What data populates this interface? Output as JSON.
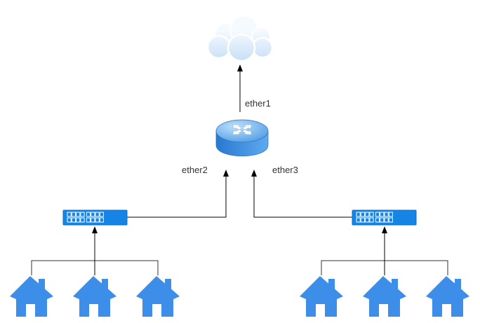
{
  "diagram": {
    "type": "network-topology",
    "interface_labels": {
      "ether1": "ether1",
      "ether2": "ether2",
      "ether3": "ether3"
    },
    "nodes": [
      {
        "id": "internet-cloud",
        "icon": "cloud-icon"
      },
      {
        "id": "router",
        "icon": "router-icon"
      },
      {
        "id": "switch-left",
        "icon": "switch-icon"
      },
      {
        "id": "switch-right",
        "icon": "switch-icon"
      },
      {
        "id": "house-left-1",
        "icon": "house-icon"
      },
      {
        "id": "house-left-2",
        "icon": "house-icon"
      },
      {
        "id": "house-left-3",
        "icon": "house-icon"
      },
      {
        "id": "house-right-1",
        "icon": "house-icon"
      },
      {
        "id": "house-right-2",
        "icon": "house-icon"
      },
      {
        "id": "house-right-3",
        "icon": "house-icon"
      }
    ],
    "edges": [
      {
        "from": "router",
        "to": "internet-cloud",
        "label": "ether1",
        "arrow": "up"
      },
      {
        "from": "switch-left",
        "to": "router",
        "label": "ether2",
        "arrow": "up"
      },
      {
        "from": "switch-right",
        "to": "router",
        "label": "ether3",
        "arrow": "up"
      },
      {
        "from": "houses-left",
        "to": "switch-left",
        "arrow": "up"
      },
      {
        "from": "houses-right",
        "to": "switch-right",
        "arrow": "up"
      }
    ]
  },
  "colors": {
    "background": "#ffffff",
    "line": "#000000",
    "label_text": "#333333",
    "cloud_top": "#f5fafe",
    "cloud_bottom": "#a9cdf2",
    "cloud_outline": "#ffffff",
    "router_top_light": "#bfe0fa",
    "router_top": "#3e92e2",
    "router_body_dark": "#2878ce",
    "router_body_light": "#5eaaf0",
    "router_edge": "#2a72c0",
    "router_arrow_fill": "#ffffff",
    "switch_fill": "#1584e4",
    "switch_border": "#0e6fc0",
    "port_outline": "#ffffff",
    "house_fill": "#3d8ee8"
  }
}
